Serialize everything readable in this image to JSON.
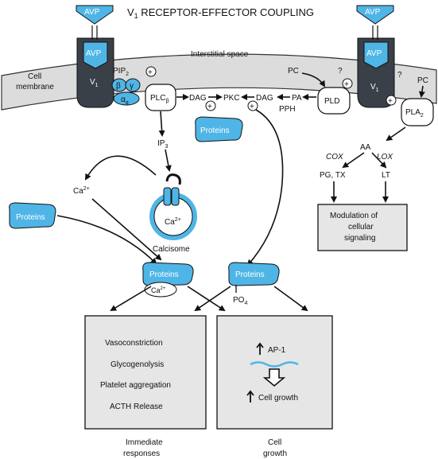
{
  "title": "V1 RECEPTOR-EFFECTOR COUPLING",
  "title_prefix": "V",
  "title_sub": "1",
  "title_rest": " RECEPTOR-EFFECTOR COUPLING",
  "colors": {
    "accent_blue": "#4fb5e6",
    "receptor_dark": "#3a4048",
    "membrane_gray": "#dcdcdc",
    "box_gray": "#e6e6e6"
  },
  "labels": {
    "interstitial_space": "Interstitial space",
    "cell_membrane_1": "Cell",
    "cell_membrane_2": "membrane",
    "avp": "AVP",
    "v1": "V",
    "v1_sub": "1",
    "pip2": "PIP",
    "pip2_sub": "2",
    "beta": "β",
    "gamma": "γ",
    "alpha": "α",
    "alpha_sub": "q",
    "plc": "PLC",
    "plc_sub": "β",
    "dag": "DAG",
    "pkc": "PKC",
    "pa": "PA",
    "pph": "PPH",
    "pld": "PLD",
    "pc": "PC",
    "pla2": "PLA",
    "pla2_sub": "2",
    "question": "?",
    "plus": "+",
    "ip3": "IP",
    "ip3_sub": "3",
    "ca": "Ca",
    "ca_sup": "2+",
    "calcisome": "Calcisome",
    "proteins": "Proteins",
    "po4": "PO",
    "po4_sub": "4",
    "aa": "AA",
    "cox": "COX",
    "lox": "LOX",
    "pg_tx": "PG, TX",
    "lt": "LT"
  },
  "boxes": {
    "modulation": [
      "Modulation of",
      "cellular",
      "signaling"
    ],
    "immediate_items": [
      "Vasoconstriction",
      "Glycogenolysis",
      "Platelet aggregation",
      "ACTH Release"
    ],
    "growth_ap1": "AP-1",
    "growth_cell": "Cell growth"
  },
  "captions": {
    "immediate": [
      "Immediate",
      "responses"
    ],
    "growth": [
      "Cell",
      "growth"
    ]
  }
}
